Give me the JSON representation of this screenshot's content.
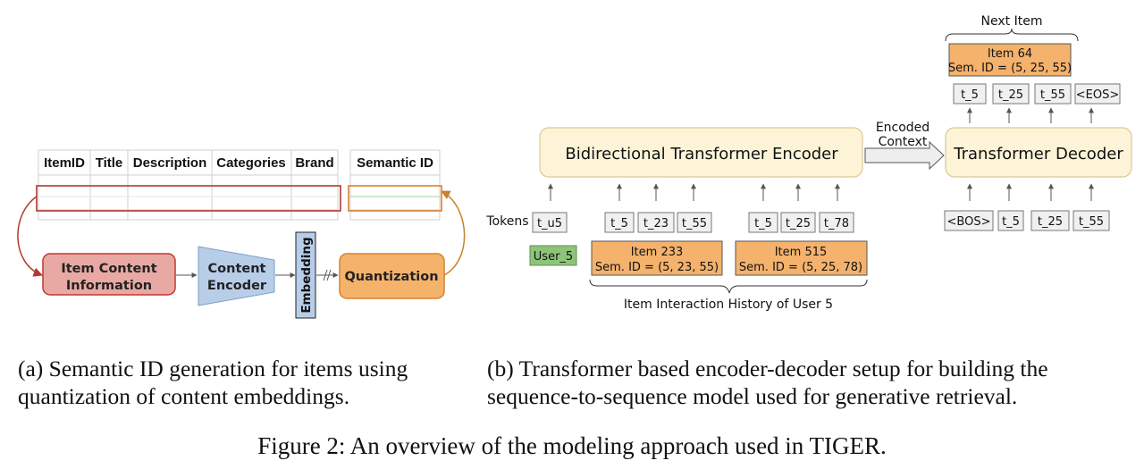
{
  "panel_a": {
    "table_headers": [
      "ItemID",
      "Title",
      "Description",
      "Categories",
      "Brand"
    ],
    "semantic_id_header": "Semantic ID",
    "item_content_line1": "Item Content",
    "item_content_line2": "Information",
    "encoder_line1": "Content",
    "encoder_line2": "Encoder",
    "embedding_label": "Embedding",
    "quantization_label": "Quantization"
  },
  "panel_b": {
    "next_item_label": "Next Item",
    "next_item_box_line1": "Item 64",
    "next_item_box_line2": "Sem. ID = (5, 25, 55)",
    "output_tokens": [
      "t_5",
      "t_25",
      "t_55",
      "<EOS>"
    ],
    "encoder_label": "Bidirectional Transformer Encoder",
    "encoded_context_line1": "Encoded",
    "encoded_context_line2": "Context",
    "decoder_label": "Transformer Decoder",
    "tokens_label": "Tokens",
    "user_token": "t_u5",
    "item_a_tokens": [
      "t_5",
      "t_23",
      "t_55"
    ],
    "item_b_tokens": [
      "t_5",
      "t_25",
      "t_78"
    ],
    "decoder_input_tokens": [
      "<BOS>",
      "t_5",
      "t_25",
      "t_55"
    ],
    "user_label": "User_5",
    "item_a_line1": "Item 233",
    "item_a_line2": "Sem. ID = (5, 23, 55)",
    "item_b_line1": "Item 515",
    "item_b_line2": "Sem. ID = (5, 25, 78)",
    "history_label": "Item Interaction History of User 5"
  },
  "captions": {
    "a_line1": "(a) Semantic ID generation for items using",
    "a_line2": "quantization of content embeddings.",
    "b_line1": "(b) Transformer based encoder-decoder setup for building the",
    "b_line2": "sequence-to-sequence model used for generative retrieval.",
    "figure": "Figure 2: An overview of the modeling approach used in TIGER."
  },
  "colors": {
    "item_content_fill": "#e8a9a4",
    "item_content_stroke": "#c0392b",
    "encoder_fill": "#b8cde8",
    "quantization_fill": "#f5b26b",
    "quantization_stroke": "#d9822b",
    "item_box_fill": "#f4b26c",
    "transformer_fill": "#fdf3d6",
    "transformer_stroke": "#d9c89a",
    "user_fill": "#8dc47a",
    "token_fill": "#f0f0f0"
  }
}
